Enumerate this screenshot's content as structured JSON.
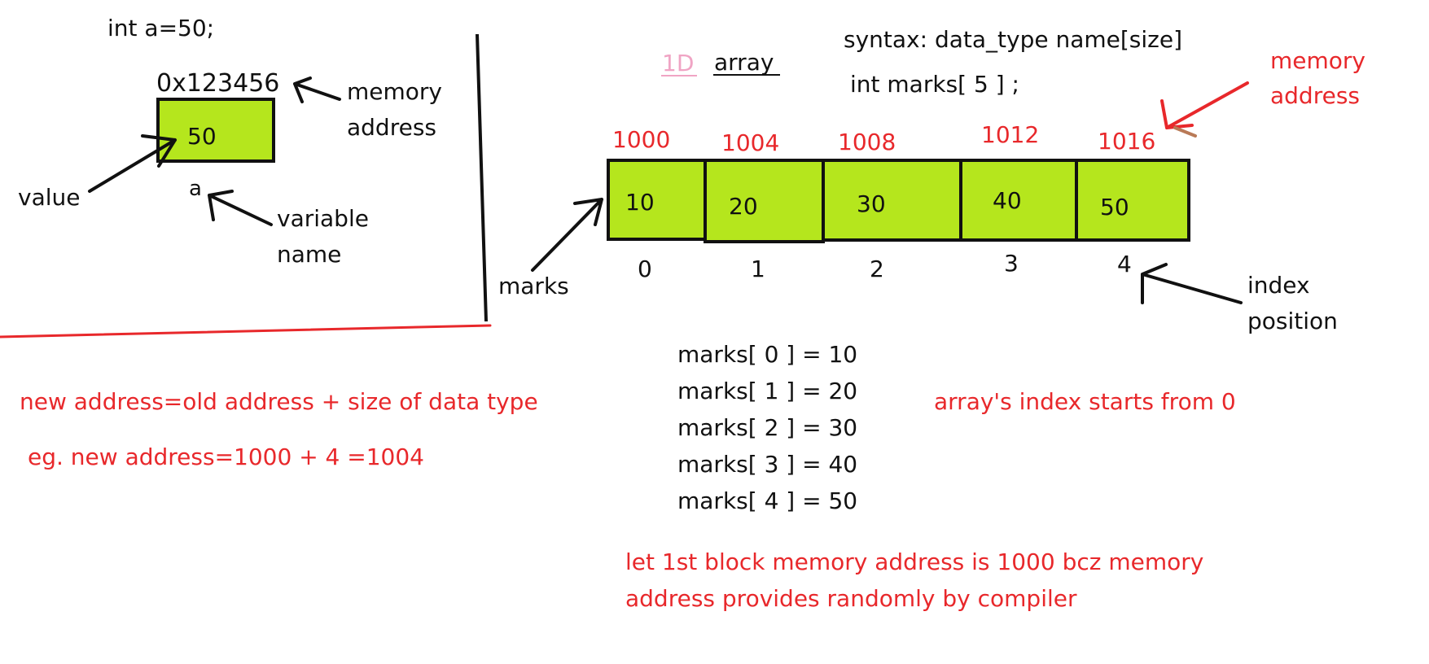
{
  "variable_section": {
    "declaration": "int a=50;",
    "address": "0x123456",
    "value": "50",
    "name": "a",
    "memory_label_line1": "memory",
    "memory_label_line2": "address",
    "value_label": "value",
    "variable_label_line1": "variable",
    "variable_label_line2": "name"
  },
  "array_section": {
    "title_prefix": "1D",
    "title": "array",
    "syntax": "syntax: data_type  name[size]",
    "declaration": "int marks[ 5 ] ;",
    "array_name": "marks",
    "memory_label_line1": "memory",
    "memory_label_line2": "address",
    "index_label_line1": "index",
    "index_label_line2": "position",
    "cells": [
      {
        "address": "1000",
        "value": "10",
        "index": "0"
      },
      {
        "address": "1004",
        "value": "20",
        "index": "1"
      },
      {
        "address": "1008",
        "value": "30",
        "index": "2"
      },
      {
        "address": "1012",
        "value": "40",
        "index": "3"
      },
      {
        "address": "1016",
        "value": "50",
        "index": "4"
      }
    ],
    "assignments": [
      "marks[ 0 ] = 10",
      "marks[ 1 ] = 20",
      "marks[ 2 ] = 30",
      "marks[ 3 ] = 40",
      "marks[ 4 ] = 50"
    ],
    "index_note": "array's index starts from 0",
    "random_note_line1": "let 1st block memory address is 1000 bcz memory",
    "random_note_line2": "address provides randomly by compiler"
  },
  "notes": {
    "formula": "new address=old address + size of data type",
    "example": "eg.  new address=1000 + 4 =1004"
  }
}
